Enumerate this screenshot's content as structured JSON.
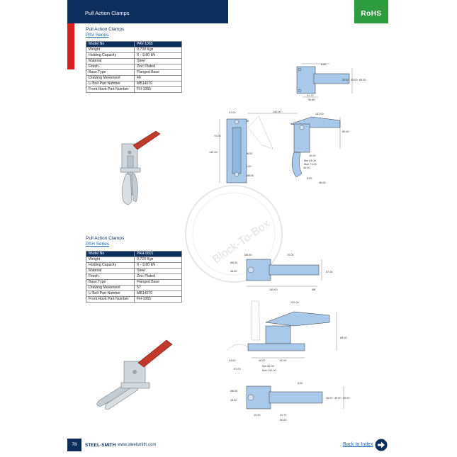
{
  "header": {
    "title": "Pull Action Clamps",
    "rohs": "RoHS"
  },
  "section1": {
    "title": "Pull Action Clamps",
    "series": "PAV Series",
    "table": [
      [
        "Model No",
        "PAV-1065"
      ],
      [
        "Weight",
        "0.730 Kgs"
      ],
      [
        "Holding Capacity",
        "X - 9.80 kN"
      ],
      [
        "Material",
        "Steel"
      ],
      [
        "Finish",
        "Zinc Plated"
      ],
      [
        "Base Type",
        "Flanged Base"
      ],
      [
        "Drawing Movement",
        "46"
      ],
      [
        "U Bolt Part Number",
        "MB14570"
      ],
      [
        "Front Hook Part Number",
        "FH-1065"
      ]
    ],
    "dims": {
      "d1": "8.50",
      "d2": "35.00",
      "d3": "45.00",
      "d4": "65.00",
      "d5": "31.70",
      "d6": "50.80",
      "d7": "47.00",
      "d8": "140.00",
      "d9": "132.00",
      "d10": "M8",
      "d11": "70.00",
      "d12": "89.00",
      "d13": "145.00",
      "d14": "Ø8.00",
      "d15": "10.00",
      "d16": "15.00",
      "d17": "Min 43.00",
      "d18": "Max 71.00",
      "d19": "40.00",
      "d20": "Ø8.50",
      "d21": "28.50",
      "d22": "8.00",
      "d23": "46.00"
    }
  },
  "section2": {
    "title": "Pull Action Clamps",
    "series": "PAH Series",
    "table": [
      [
        "Model No",
        "PAH-5601"
      ],
      [
        "Weight",
        "0.720 Kgs"
      ],
      [
        "Holding Capacity",
        "X - 9.80 kN"
      ],
      [
        "Material",
        "Steel"
      ],
      [
        "Finish",
        "Zinc Plated"
      ],
      [
        "Base Type",
        "Flanged Base"
      ],
      [
        "Drawing Movement",
        "57"
      ],
      [
        "U Bolt Part Number",
        "MB14570"
      ],
      [
        "Front Hook Part Number",
        "FH-1065"
      ]
    ],
    "dims": {
      "a1": "Ø8.00",
      "a2": "70.00",
      "a3": "Ø8.50",
      "a4": "28.50",
      "a5": "67.00",
      "a6": "145.00",
      "a7": "M8",
      "b1": "132.00",
      "b2": "89.00",
      "b3": "24.50",
      "b4": "57.00",
      "b5": "40.00",
      "b6": "62.00",
      "b7": "Min 65.00",
      "b8": "Max 110.00",
      "c1": "8.50",
      "c2": "Ø8.50",
      "c3": "28.50",
      "c4": "35.00",
      "c5": "45.00",
      "c6": "65.00",
      "c7": "19.00",
      "c8": "31.70",
      "c9": "50.80"
    }
  },
  "watermark": "Block-To-Box",
  "footer": {
    "page": "78",
    "brand": "STEEL-SMITH",
    "url": "www.steelsmith.com",
    "back": "Back to Index"
  },
  "colors": {
    "navy": "#0b2e5c",
    "accent_red": "#d81e1e",
    "rohs_green": "#2f9c3f",
    "handle_red": "#c0392b",
    "part_blue": "#a9c9ea"
  },
  "icons": [
    "arrow-right-icon"
  ]
}
